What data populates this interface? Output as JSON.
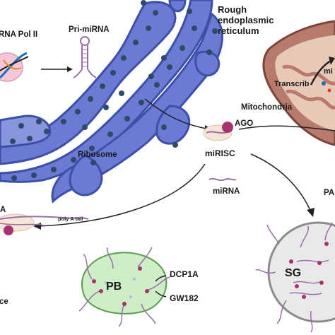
{
  "labels": {
    "rna_pol": "RNA Pol II",
    "pri_mirna": "Pri-miRNA",
    "rough_er": [
      "Rough",
      "endoplasmic",
      "reticulum"
    ],
    "transcrib": "Transcrib",
    "mito_partial": "mi",
    "mitochondria": "Mitochondria",
    "ago": "AGO",
    "mirisc": "miRISC",
    "ribosome": "Ribosome",
    "mirna": "miRNA",
    "pa_partial": "PA",
    "a_partial": "A",
    "poly_a_tail": "poly A tail",
    "pb": "PB",
    "dcp1a": "DCP1A",
    "gw182": "GW182",
    "sg": "SG",
    "ce_partial": "ce"
  },
  "colors": {
    "er_fill": "#6b7bd3",
    "er_stroke": "#3d4fa8",
    "ribosome_dot": "#2e4a6b",
    "mito_fill": "#b87a6c",
    "mito_inner": "#e8c9b8",
    "ago": "#a8326e",
    "pb_fill": "#cdeec6",
    "pb_stroke": "#5d9b52",
    "sg_fill": "#e9e9e9",
    "sg_stroke": "#8c8c8c",
    "mrna": "#9a6fa8"
  }
}
